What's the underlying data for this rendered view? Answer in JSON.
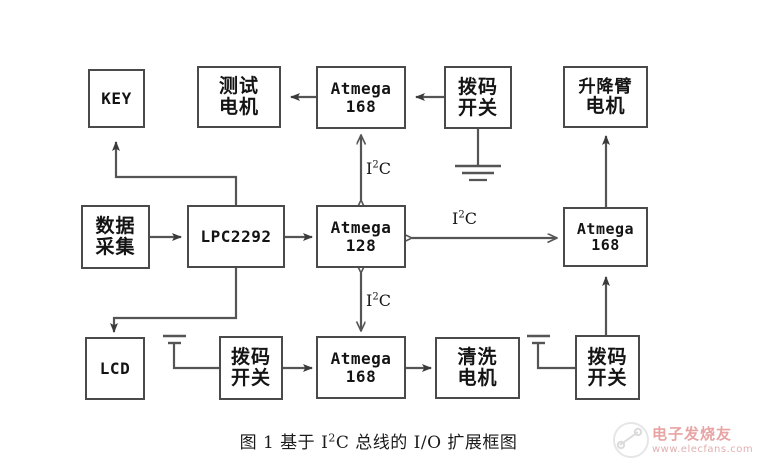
{
  "figure": {
    "caption_prefix": "图 1  基于 I",
    "caption_sup": "2",
    "caption_suffix": "C 总线的 I/O 扩展框图"
  },
  "watermark": {
    "brand": "电子发烧友",
    "url": "www.elecfans.com",
    "logo": "elecfans-logo-icon"
  },
  "nodes": {
    "key": {
      "label": "KEY",
      "type": "mono"
    },
    "test_motor": {
      "line1": "测试",
      "line2": "电机",
      "type": "cn"
    },
    "atmega168_top": {
      "line1": "Atmega",
      "line2": "168",
      "type": "mono"
    },
    "dip_switch_top": {
      "line1": "拨码",
      "line2": "开关",
      "type": "cn"
    },
    "lift_arm_motor": {
      "line1": "升降臂",
      "line2": "电机",
      "type": "cn"
    },
    "data_acquisition": {
      "line1": "数据",
      "line2": "采集",
      "type": "cn"
    },
    "lpc2292": {
      "label": "LPC2292",
      "type": "mono"
    },
    "atmega128": {
      "line1": "Atmega",
      "line2": "128",
      "type": "mono"
    },
    "atmega168_right": {
      "line1": "Atmega",
      "line2": "168",
      "type": "mono"
    },
    "lcd": {
      "label": "LCD",
      "type": "mono"
    },
    "dip_switch_bottom_left": {
      "line1": "拨码",
      "line2": "开关",
      "type": "cn"
    },
    "atmega168_bottom": {
      "line1": "Atmega",
      "line2": "168",
      "type": "mono"
    },
    "wash_motor": {
      "line1": "清洗",
      "line2": "电机",
      "type": "cn"
    },
    "dip_switch_bottom_right": {
      "line1": "拨码",
      "line2": "开关",
      "type": "cn"
    }
  },
  "edge_labels": {
    "i2c_top": {
      "prefix": "I",
      "sup": "2",
      "suffix": "C"
    },
    "i2c_right": {
      "prefix": "I",
      "sup": "2",
      "suffix": "C"
    },
    "i2c_bottom": {
      "prefix": "I",
      "sup": "2",
      "suffix": "C"
    }
  },
  "colors": {
    "box_border": "#4a4a4a",
    "line": "#555555",
    "text": "#141414",
    "background": "#ffffff",
    "watermark": "#d24a4a"
  }
}
